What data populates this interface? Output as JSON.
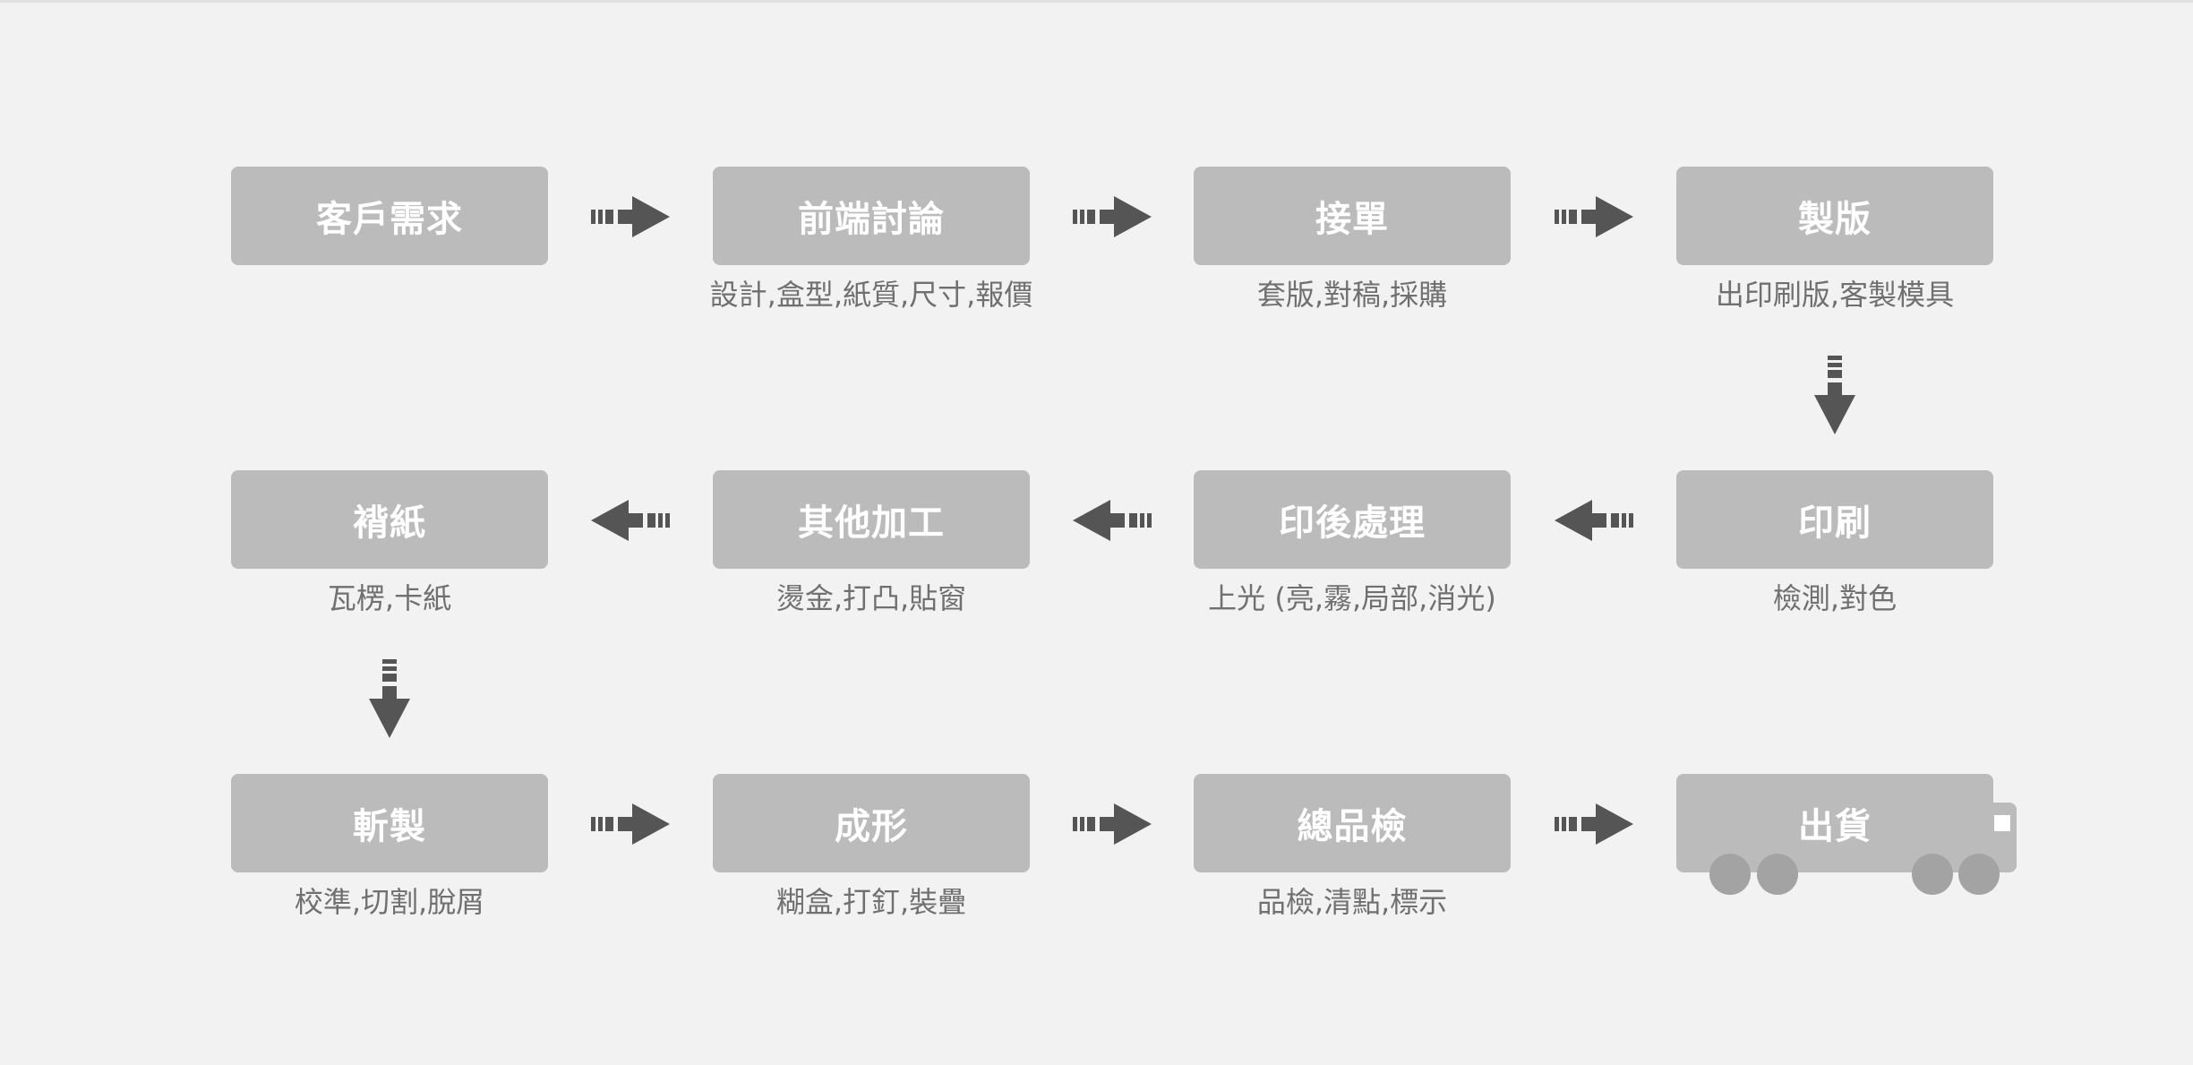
{
  "colors": {
    "background": "#f2f2f2",
    "node_fill": "#bbbbbb",
    "node_text": "#ffffff",
    "subtext": "#707070",
    "arrow": "#555555",
    "wheel": "#a3a3a3"
  },
  "steps": [
    {
      "id": "customer-needs",
      "label": "客戶需求",
      "sub": ""
    },
    {
      "id": "frontend-discussion",
      "label": "前端討論",
      "sub": "設計,盒型,紙質,尺寸,報價"
    },
    {
      "id": "order-taking",
      "label": "接單",
      "sub": "套版,對稿,採購"
    },
    {
      "id": "plate-making",
      "label": "製版",
      "sub": "出印刷版,客製模具"
    },
    {
      "id": "printing",
      "label": "印刷",
      "sub": "檢測,對色"
    },
    {
      "id": "post-print",
      "label": "印後處理",
      "sub": "上光 (亮,霧,局部,消光)"
    },
    {
      "id": "other-processing",
      "label": "其他加工",
      "sub": "燙金,打凸,貼窗"
    },
    {
      "id": "mounting",
      "label": "褙紙",
      "sub": "瓦楞,卡紙"
    },
    {
      "id": "die-cutting",
      "label": "斬製",
      "sub": "校準,切割,脫屑"
    },
    {
      "id": "forming",
      "label": "成形",
      "sub": "糊盒,打釘,裝疊"
    },
    {
      "id": "final-inspection",
      "label": "總品檢",
      "sub": "品檢,清點,標示"
    },
    {
      "id": "shipping",
      "label": "出貨",
      "sub": ""
    }
  ],
  "arrows": [
    {
      "from": "customer-needs",
      "to": "frontend-discussion",
      "direction": "right"
    },
    {
      "from": "frontend-discussion",
      "to": "order-taking",
      "direction": "right"
    },
    {
      "from": "order-taking",
      "to": "plate-making",
      "direction": "right"
    },
    {
      "from": "plate-making",
      "to": "printing",
      "direction": "down"
    },
    {
      "from": "printing",
      "to": "post-print",
      "direction": "left"
    },
    {
      "from": "post-print",
      "to": "other-processing",
      "direction": "left"
    },
    {
      "from": "other-processing",
      "to": "mounting",
      "direction": "left"
    },
    {
      "from": "mounting",
      "to": "die-cutting",
      "direction": "down"
    },
    {
      "from": "die-cutting",
      "to": "forming",
      "direction": "right"
    },
    {
      "from": "forming",
      "to": "final-inspection",
      "direction": "right"
    },
    {
      "from": "final-inspection",
      "to": "shipping",
      "direction": "right"
    }
  ],
  "truck_icon": "delivery-truck-icon"
}
